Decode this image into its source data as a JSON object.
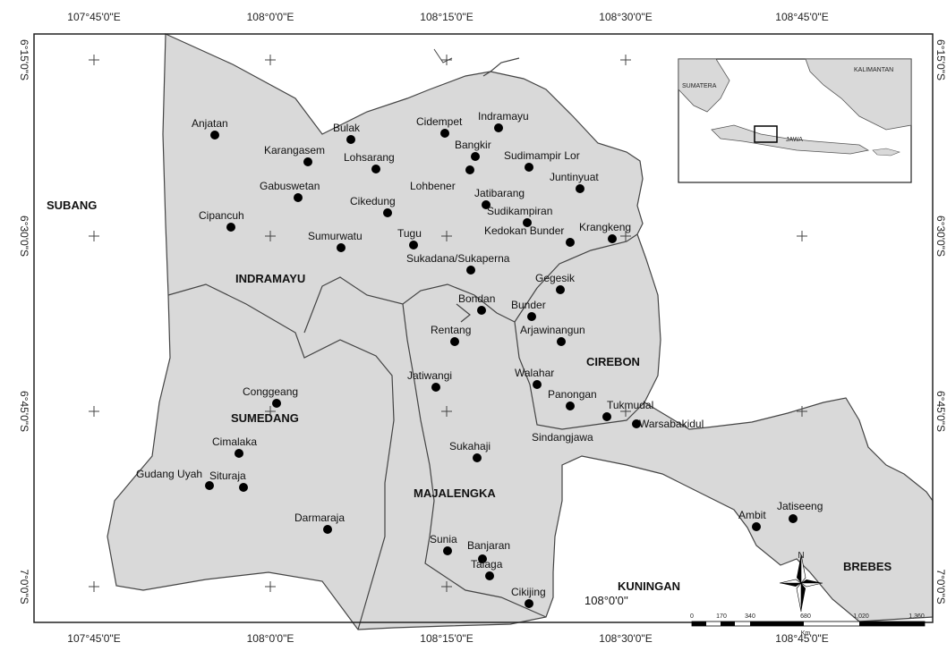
{
  "map": {
    "colors": {
      "land": "#d9d9d9",
      "boundary": "#444444",
      "frame": "#222222",
      "point": "#000000",
      "background": "#ffffff"
    },
    "top_coords": [
      "107°45'0\"E",
      "108°0'0\"E",
      "108°15'0\"E",
      "108°30'0\"E",
      "108°45'0\"E"
    ],
    "bottom_coords": [
      "107°45'0\"E",
      "108°0'0\"E",
      "108°15'0\"E",
      "108°30'0\"E",
      "108°45'0\"E"
    ],
    "left_coords": [
      "6°15'0\"S",
      "6°30'0\"S",
      "6°45'0\"S",
      "7°0'0\"S"
    ],
    "right_coords": [
      "6°15'0\"S",
      "6°30'0\"S",
      "6°45'0\"S",
      "7°0'0\"S"
    ],
    "regions": [
      "INDRAMAYU",
      "SUBANG",
      "SUMEDANG",
      "MAJALENGKA",
      "CIREBON",
      "KUNINGAN",
      "BREBES"
    ],
    "places": [
      "Anjatan",
      "Bulak",
      "Karangasem",
      "Lohsarang",
      "Cidempet",
      "Indramayu",
      "Bangkir",
      "Gabuswetan",
      "Sudimampir Lor",
      "Juntinyuat",
      "Lohbener",
      "Jatibarang",
      "Cikedung",
      "Sudikampiran",
      "Cipancuh",
      "Kedokan Bunder",
      "Krangkeng",
      "Sumurwatu",
      "Tugu",
      "Sukadana/Sukaperna",
      "Gegesik",
      "Bondan",
      "Bunder",
      "Rentang",
      "Arjawinangun",
      "Walahar",
      "Jatiwangi",
      "Panongan",
      "Tukmudal",
      "Warsabakidul",
      "Conggeang",
      "Sindangjawa",
      "Cimalaka",
      "Sukahaji",
      "Gudang Uyah",
      "Situraja",
      "Ambit",
      "Jatiseeng",
      "Darmaraja",
      "Sunia",
      "Banjaran",
      "Talaga",
      "Cikijing"
    ],
    "stray_label": "108°0'0''",
    "inset": {
      "labels": [
        "SUMATERA",
        "KALIMANTAN",
        "JAWA"
      ]
    },
    "north_label": "N",
    "scale": {
      "ticks": [
        "0",
        "170",
        "340",
        "680",
        "1,020",
        "1,360"
      ],
      "unit": "Km"
    }
  }
}
